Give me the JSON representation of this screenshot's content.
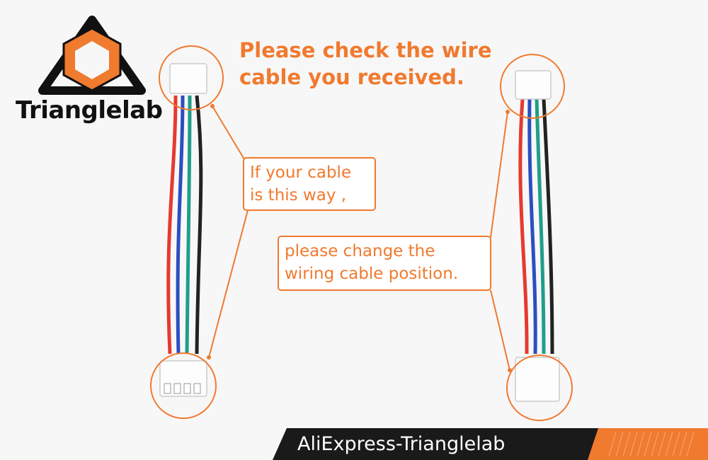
{
  "brand": {
    "name": "Trianglelab"
  },
  "headline": {
    "line1": "Please check the wire",
    "line2": "cable you received."
  },
  "notes": [
    {
      "line1": "If your cable",
      "line2": "is this way ,"
    },
    {
      "line1": "please change the",
      "line2": "wiring cable position."
    }
  ],
  "footer": {
    "text": "AliExpress-Trianglelab"
  },
  "colors": {
    "accent": "#f07a2e",
    "wire_red": "#e53a2f",
    "wire_blue": "#2a4fc0",
    "wire_green": "#1f9e8a",
    "wire_black": "#222222",
    "footer_bg": "#1a1a1a"
  },
  "icons": [
    "trianglelab-logo-icon",
    "wire-cable-image"
  ]
}
